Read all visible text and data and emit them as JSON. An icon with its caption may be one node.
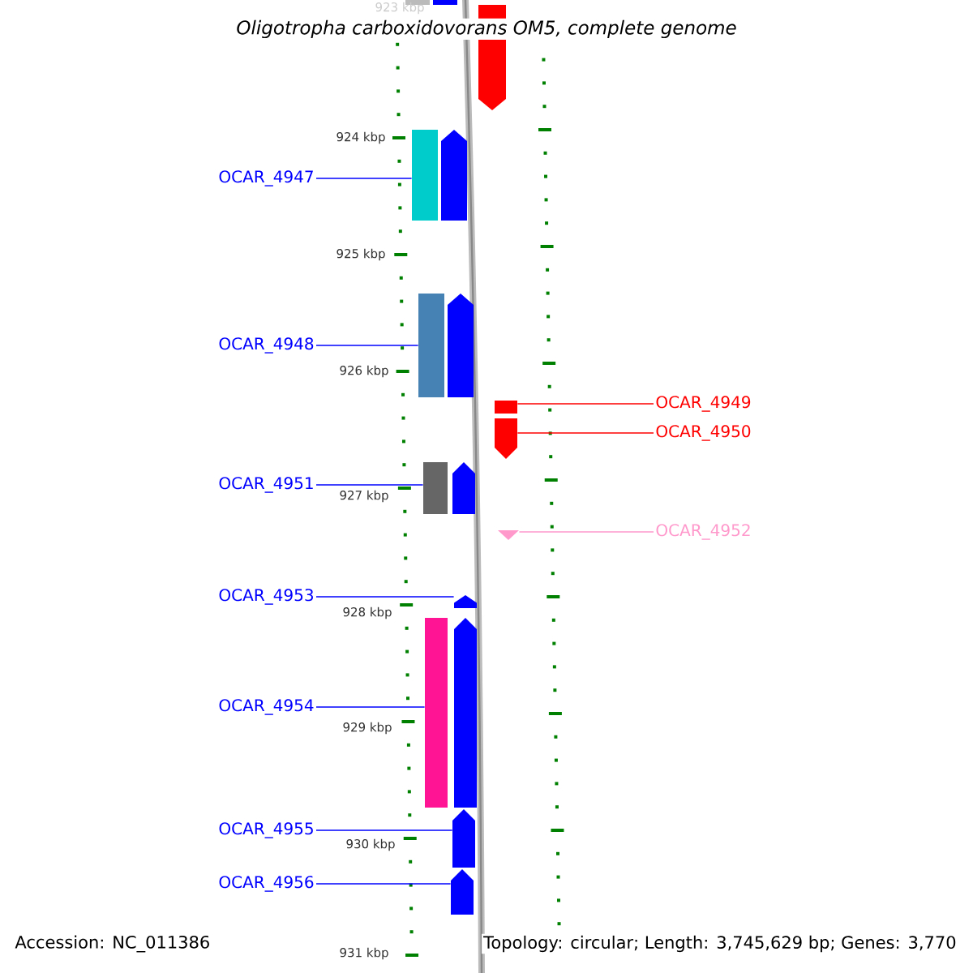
{
  "diagram": {
    "title": "Oligotropha carboxidovorans OM5, complete genome",
    "nodes": [
      {
        "text": [
          "OCAR_4947"
        ]
      },
      {
        "text": [
          "OCAR_4948"
        ]
      },
      {
        "text": [
          "OCAR_4949"
        ]
      },
      {
        "text": [
          "OCAR_4950"
        ]
      },
      {
        "text": [
          "OCAR_4951"
        ]
      },
      {
        "text": [
          "OCAR_4952"
        ]
      },
      {
        "text": [
          "OCAR_4953"
        ]
      },
      {
        "text": [
          "OCAR_4954"
        ]
      },
      {
        "text": [
          "OCAR_4955"
        ]
      },
      {
        "text": [
          "OCAR_4956"
        ]
      },
      {
        "text": [],
        "shape": "box"
      },
      {
        "text": [],
        "shape": "box"
      },
      {
        "text": [],
        "shape": "box"
      },
      {
        "text": [],
        "shape": "pentagon"
      },
      {
        "text": [],
        "shape": "box"
      },
      {
        "text": [],
        "shape": "triangle"
      },
      {
        "text": [],
        "shape": "pentagon"
      },
      {
        "text": [],
        "shape": "box"
      },
      {
        "text": [],
        "shape": "pentagon"
      },
      {
        "text": [],
        "shape": "pentagon"
      }
    ],
    "edges": [
      {
        "from": 0,
        "to": 10,
        "arrow": "none"
      },
      {
        "from": 1,
        "to": 11,
        "arrow": "none"
      },
      {
        "from": 2,
        "to": 12,
        "arrow": "none",
        "color": "#ff0000"
      },
      {
        "from": 3,
        "to": 13,
        "arrow": "none",
        "color": "#ff0000"
      },
      {
        "from": 4,
        "to": 14,
        "arrow": "none"
      },
      {
        "from": 5,
        "to": 15,
        "arrow": "none",
        "color": "#ff99cc"
      },
      {
        "from": 6,
        "to": 16,
        "arrow": "none"
      },
      {
        "from": 7,
        "to": 17,
        "arrow": "none"
      },
      {
        "from": 8,
        "to": 18,
        "arrow": "none"
      },
      {
        "from": 9,
        "to": 19,
        "arrow": "none"
      }
    ],
    "labels": [
      "923 kbp",
      "924 kbp",
      "925 kbp",
      "926 kbp",
      "927 kbp",
      "928 kbp",
      "929 kbp",
      "930 kbp",
      "931 kbp",
      "Accession: NC_011386",
      "Topology: circular; Length: 3,745,629 bp; Genes: 3,770"
    ]
  }
}
